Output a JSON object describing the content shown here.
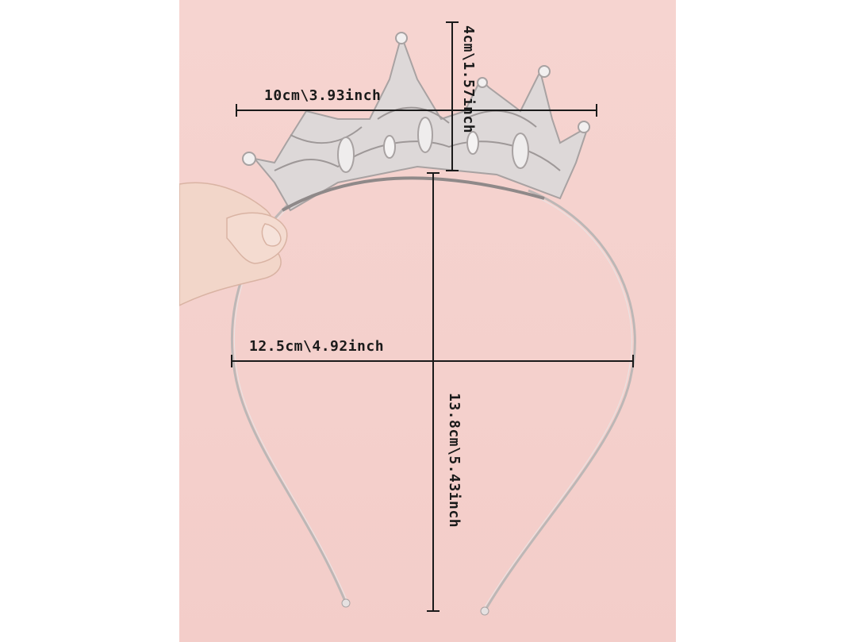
{
  "measurements": {
    "crown_width": "10cm\\3.93inch",
    "crown_height": "4cm\\1.57inch",
    "band_width": "12.5cm\\4.92inch",
    "band_height": "13.8cm\\5.43inch"
  },
  "colors": {
    "background": "#f5d2ce",
    "lines": "#1a1a1a",
    "metal": "#c9c4c4"
  }
}
